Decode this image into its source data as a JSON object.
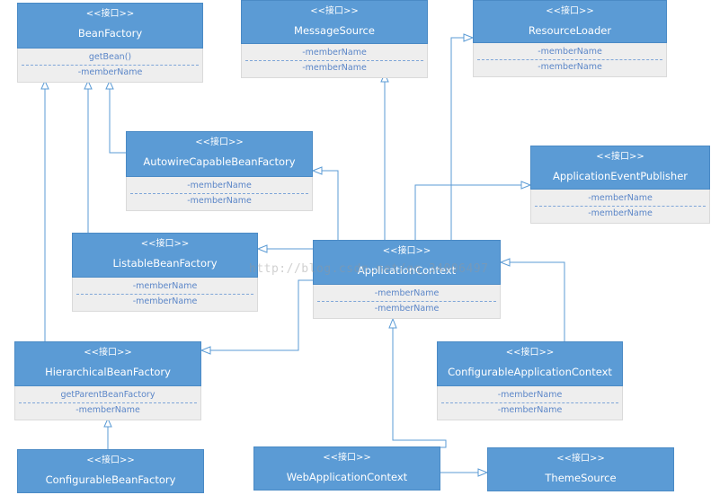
{
  "stereotype": "<<接口>>",
  "watermark": "http://blog.csdn.net/qq_34006497",
  "colors": {
    "header": "#5b9bd5",
    "body": "#eeeeee",
    "member_text": "#5b86c8",
    "arrow": "#5b9bd5"
  },
  "interfaces": {
    "bean_factory": {
      "name": "BeanFactory",
      "members": [
        "getBean()",
        "-memberName"
      ]
    },
    "message_source": {
      "name": "MessageSource",
      "members": [
        "-memberName",
        "-memberName"
      ]
    },
    "resource_loader": {
      "name": "ResourceLoader",
      "members": [
        "-memberName",
        "-memberName"
      ]
    },
    "autowire_capable_bean_factory": {
      "name": "AutowireCapableBeanFactory",
      "members": [
        "-memberName",
        "-memberName"
      ]
    },
    "application_event_publisher": {
      "name": "ApplicationEventPublisher",
      "members": [
        "-memberName",
        "-memberName"
      ]
    },
    "listable_bean_factory": {
      "name": "ListableBeanFactory",
      "members": [
        "-memberName",
        "-memberName"
      ]
    },
    "application_context": {
      "name": "ApplicationContext",
      "members": [
        "-memberName",
        "-memberName"
      ]
    },
    "hierarchical_bean_factory": {
      "name": "HierarchicalBeanFactory",
      "members": [
        "getParentBeanFactory",
        "-memberName"
      ]
    },
    "configurable_application_context": {
      "name": "ConfigurableApplicationContext",
      "members": [
        "-memberName",
        "-memberName"
      ]
    },
    "configurable_bean_factory": {
      "name": "ConfigurableBeanFactory",
      "members": []
    },
    "web_application_context": {
      "name": "WebApplicationContext",
      "members": []
    },
    "theme_source": {
      "name": "ThemeSource",
      "members": []
    }
  },
  "relations": [
    {
      "from": "autowire_capable_bean_factory",
      "to": "bean_factory"
    },
    {
      "from": "listable_bean_factory",
      "to": "bean_factory"
    },
    {
      "from": "hierarchical_bean_factory",
      "to": "bean_factory"
    },
    {
      "from": "configurable_bean_factory",
      "to": "hierarchical_bean_factory"
    },
    {
      "from": "application_context",
      "to": "message_source"
    },
    {
      "from": "application_context",
      "to": "resource_loader"
    },
    {
      "from": "application_context",
      "to": "application_event_publisher"
    },
    {
      "from": "application_context",
      "to": "autowire_capable_bean_factory"
    },
    {
      "from": "application_context",
      "to": "listable_bean_factory"
    },
    {
      "from": "application_context",
      "to": "hierarchical_bean_factory"
    },
    {
      "from": "configurable_application_context",
      "to": "application_context"
    },
    {
      "from": "web_application_context",
      "to": "application_context"
    },
    {
      "from": "web_application_context",
      "to": "theme_source"
    }
  ]
}
